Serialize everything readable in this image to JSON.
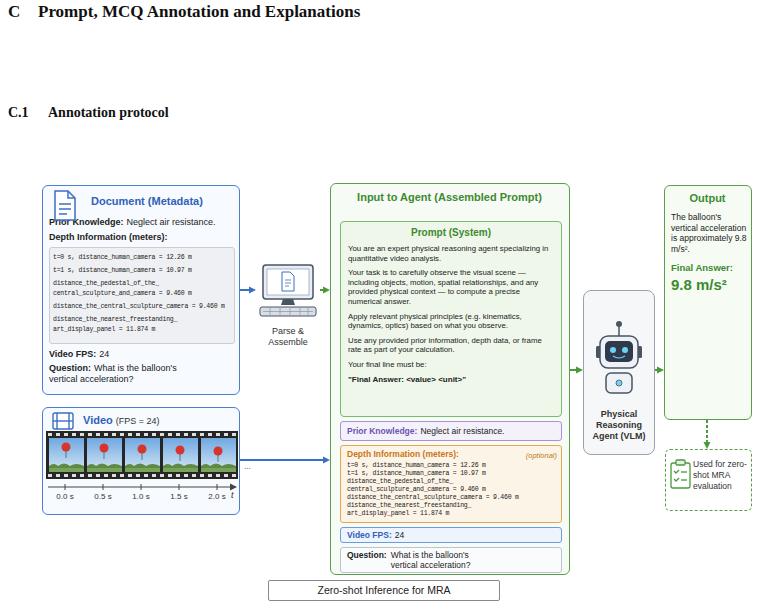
{
  "diagram": {
    "nodes": [
      {
        "text": [
          "Document (Metadata)",
          "Prior Knowledge:",
          "Neglect air resistance.",
          "Depth Information (meters):",
          "Video FPS:",
          "24",
          "Question:",
          "What is the balloon's vertical acceleration?"
        ]
      },
      {
        "text": [
          "t=0 s, distance_human_camera = 12.26 m",
          "t=1 s, distance_human_camera = 10.97 m",
          "distance_the_pedestal_of_the_ central_sculpture_and_camera = 9.460 m",
          "distance_the_central_sculpture_camera = 9.460 m",
          "distance_the_nearest_freestanding_ art_display_panel = 11.874 m"
        ],
        "in": 0
      },
      {
        "text": [
          "Video",
          "(FPS = 24)"
        ]
      },
      {
        "text": [
          "Parse & Assemble"
        ]
      },
      {
        "text": [
          "Input to Agent (Assembled Prompt)"
        ]
      },
      {
        "text": [
          "Prompt (System)",
          "You are an expert physical reasoning agent specializing in quantitative video analysis.",
          "Your task is to carefully observe the visual scene — including objects, motion, spatial relationships, and any provided physical context — to compute a precise numerical answer.",
          "Apply relevant physical principles (e.g. kinematics, dynamics, optics) based on what you observe.",
          "Use any provided prior information, depth data, or frame rate as part of your calculation.",
          "Your final line must be:",
          "\"Final Answer: <value> <unit>\""
        ],
        "in": 4
      },
      {
        "text": [
          "Prior Knowledge:",
          "Neglect air resistance."
        ],
        "in": 4
      },
      {
        "text": [
          "Depth Information (meters):",
          "(optional)",
          "t=0 s, distance_human_camera = 12.26 m",
          "t=1 s, distance_human_camera = 10.97 m",
          "distance_the_pedestal_of_the_ central_sculpture_and_camera = 9.460 m",
          "distance_the_central_sculpture_camera = 9.460 m",
          "distance_the_nearest_freestanding_ art_display_panel = 11.874 m"
        ],
        "in": 4
      },
      {
        "text": [
          "Video FPS:",
          "24"
        ],
        "in": 4
      },
      {
        "text": [
          "Question:",
          "What is the balloon's vertical acceleration?"
        ],
        "in": 4
      },
      {
        "text": [
          "Physical Reasoning Agent (VLM)"
        ]
      },
      {
        "text": [
          "Output",
          "The balloon's vertical acceleration is approximately 9.8 m/s².",
          "Final Answer:",
          "9.8 m/s²"
        ]
      },
      {
        "text": [
          "Used for zero-shot MRA evaluation"
        ]
      },
      {
        "text": [
          "Zero-shot Inference for MRA"
        ]
      }
    ],
    "edges": [
      {
        "from": 0,
        "to": 3,
        "arrow": "to"
      },
      {
        "from": 3,
        "to": 4,
        "arrow": "to"
      },
      {
        "from": 2,
        "to": 4,
        "arrow": "to"
      },
      {
        "from": 4,
        "to": 10,
        "arrow": "to"
      },
      {
        "from": 10,
        "to": 11,
        "arrow": "to"
      },
      {
        "from": 11,
        "to": 12,
        "arrow": "to"
      }
    ],
    "labels": [
      "C",
      "Prompt, MCQ Annotation and Explanations",
      "C.1",
      "Annotation protocol",
      "0.0 s",
      "0.5 s",
      "1.0 s",
      "1.5 s",
      "2.0 s",
      "t",
      "..."
    ]
  }
}
